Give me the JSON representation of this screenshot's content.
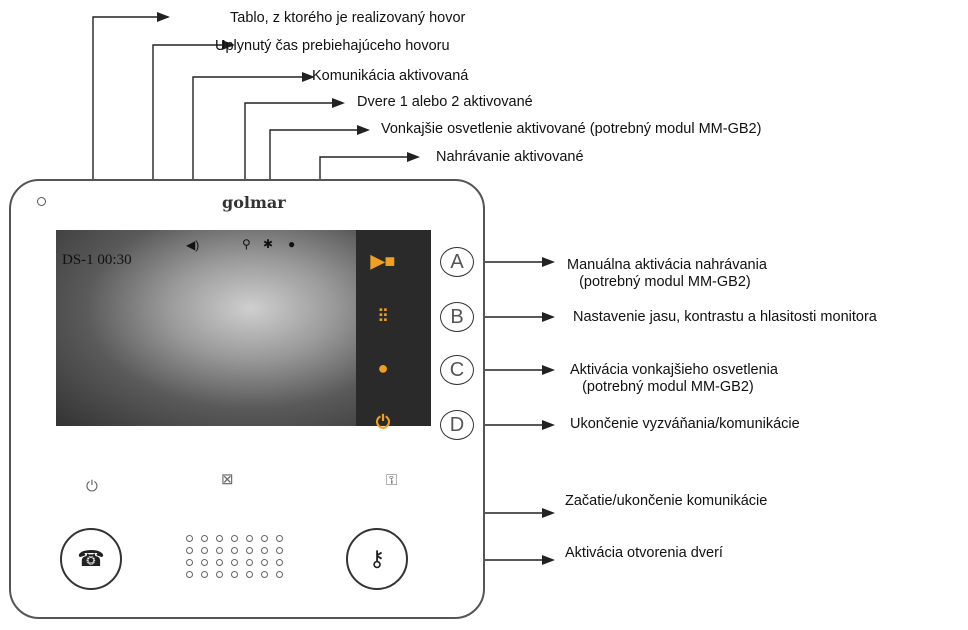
{
  "top_labels": [
    "Tablo, z ktorého je realizovaný hovor",
    "Uplynutý čas prebiehajúceho hovoru",
    "Komunikácia aktivovaná",
    "Dvere 1 alebo 2 aktivované",
    "Vonkajšie osvetlenie aktivované (potrebný modul MM-GB2)",
    "Nahrávanie aktivované"
  ],
  "right_labels": {
    "a": "Manuálna aktivácia nahrávania\n   (potrebný modul MM-GB2)",
    "b": "Nastavenie jasu, kontrastu a hlasitosti monitora",
    "c": "Aktivácia vonkajšieho osvetlenia\n   (potrebný modul MM-GB2)",
    "d": "Ukončenie vyzváňania/komunikácie"
  },
  "bottom_labels": {
    "talk": "Začatie/ukončenie komunikácie",
    "door": "Aktivácia otvorenia dverí"
  },
  "device": {
    "brand": "golmar",
    "osd_text": "DS-1 00:30",
    "letters": [
      "A",
      "B",
      "C",
      "D"
    ]
  },
  "icons": {
    "record": "video-record-icon",
    "settings": "sliders-icon",
    "light": "light-bulb-icon",
    "end": "power-icon"
  },
  "colors": {
    "accent": "#f0a020",
    "panel": "#2a2a2a"
  }
}
